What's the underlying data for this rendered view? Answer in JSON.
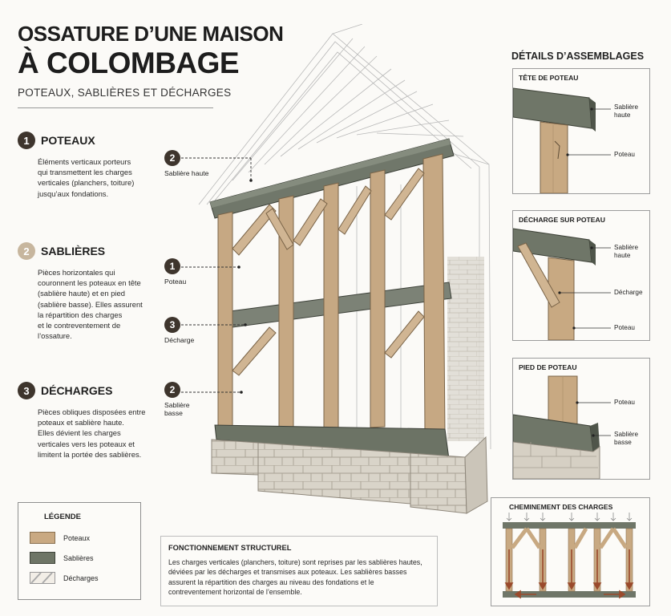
{
  "header": {
    "title_line1": "OSSATURE D’UNE MAISON",
    "title_line2": "À COLOMBAGE",
    "subtitle": "POTEAUX, SABLIÈRES ET DÉCHARGES"
  },
  "sections": [
    {
      "number": "1",
      "title": "POTEAUX",
      "lines": [
        "Éléments verticaux porteurs",
        "qui transmettent les charges",
        "verticales (planchers, toiture)",
        "jusqu’aux fondations."
      ]
    },
    {
      "number": "2",
      "title": "SABLIÈRES",
      "lines": [
        "Pièces horizontales qui",
        "couronnent les poteaux en tête",
        "(sablière haute) et en pied",
        "(sablière basse). Elles assurent",
        "la répartition des charges",
        "et le contreventement de",
        "l’ossature."
      ]
    },
    {
      "number": "3",
      "title": "DÉCHARGES",
      "lines": [
        "Pièces obliques disposées entre",
        "poteaux et sablière haute.",
        "Elles dévient les charges",
        "verticales vers les poteaux et",
        "limitent la portée des sablières."
      ]
    }
  ],
  "callouts": [
    {
      "number": "2",
      "lines": [
        "Sablière haute"
      ]
    },
    {
      "number": "1",
      "lines": [
        "Poteau"
      ]
    },
    {
      "number": "3",
      "lines": [
        "Décharge"
      ]
    },
    {
      "number": "2",
      "lines": [
        "Sablière",
        "basse"
      ]
    }
  ],
  "legend": {
    "title": "LÉGENDE",
    "items": [
      {
        "label": "Poteaux",
        "color": "#c9a982"
      },
      {
        "label": "Sablières",
        "color": "#6e7566"
      },
      {
        "label": "Décharges",
        "color": "#ece7df"
      }
    ]
  },
  "structural": {
    "title": "FONCTIONNEMENT STRUCTUREL",
    "lines": [
      "Les charges verticales (planchers, toiture) sont reprises par les sablières hautes,",
      "déviées par les décharges et transmises aux poteaux. Les sablières basses",
      "assurent la répartition des charges au niveau des fondations et le",
      "contreventement horizontal de l’ensemble."
    ]
  },
  "details": {
    "title": "DÉTAILS D’ASSEMBLAGES",
    "panels": [
      {
        "title": "TÊTE DE POTEAU",
        "labels": [
          [
            "Sablière",
            "haute"
          ],
          [
            "Poteau"
          ]
        ]
      },
      {
        "title": "DÉCHARGE SUR POTEAU",
        "labels": [
          [
            "Sablière",
            "haute"
          ],
          [
            "Décharge"
          ],
          [
            "Poteau"
          ]
        ]
      },
      {
        "title": "PIED DE POTEAU",
        "labels": [
          [
            "Poteau"
          ],
          [
            "Sablière",
            "basse"
          ]
        ]
      }
    ]
  },
  "load_path": {
    "title": "CHEMINEMENT DES CHARGES"
  },
  "colors": {
    "post": "#c9a982",
    "sill": "#6e7566",
    "stone": "#dcd6ca",
    "dark_badge": "#3e352d",
    "light_badge": "#c7b69e"
  }
}
